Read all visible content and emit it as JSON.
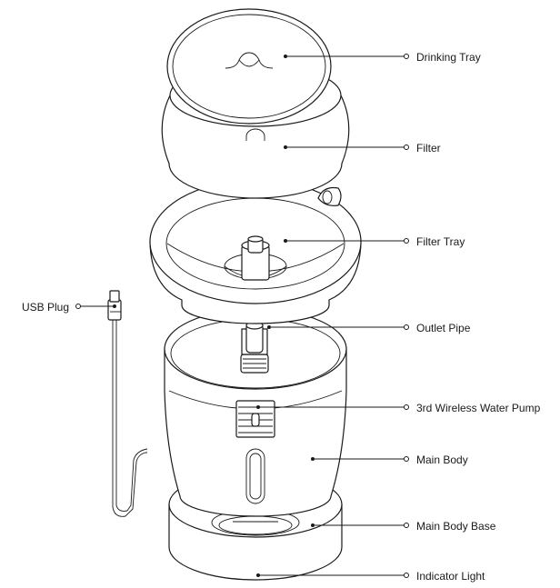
{
  "labels": {
    "drinking_tray": "Drinking Tray",
    "filter": "Filter",
    "filter_tray": "Filter Tray",
    "outlet_pipe": "Outlet Pipe",
    "water_pump": "3rd Wireless Water Pump",
    "main_body": "Main Body",
    "main_body_base": "Main Body Base",
    "indicator_light": "Indicator Light",
    "usb_plug": "USB Plug"
  },
  "colors": {
    "line": "#1a1a1a",
    "background": "#ffffff"
  }
}
